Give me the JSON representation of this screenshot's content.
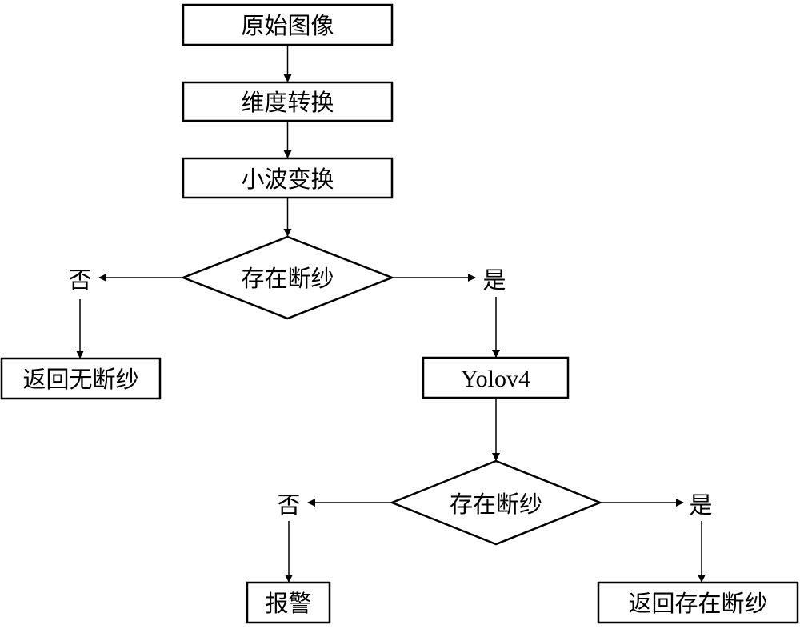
{
  "diagram": {
    "type": "flowchart",
    "nodes": {
      "original_image": "原始图像",
      "dimension_transform": "维度转换",
      "wavelet_transform": "小波变换",
      "decision_1": "存在断纱",
      "no_break_result": "返回无断纱",
      "yolov4": "Yolov4",
      "decision_2": "存在断纱",
      "alarm": "报警",
      "break_result": "返回存在断纱"
    },
    "branch_labels": {
      "decision_1_no": "否",
      "decision_1_yes": "是",
      "decision_2_no": "否",
      "decision_2_yes": "是"
    },
    "edges": [
      {
        "from": "original_image",
        "to": "dimension_transform"
      },
      {
        "from": "dimension_transform",
        "to": "wavelet_transform"
      },
      {
        "from": "wavelet_transform",
        "to": "decision_1"
      },
      {
        "from": "decision_1",
        "to": "no_break_result",
        "label": "否"
      },
      {
        "from": "decision_1",
        "to": "yolov4",
        "label": "是"
      },
      {
        "from": "yolov4",
        "to": "decision_2"
      },
      {
        "from": "decision_2",
        "to": "alarm",
        "label": "否"
      },
      {
        "from": "decision_2",
        "to": "break_result",
        "label": "是"
      }
    ],
    "colors": {
      "stroke": "#000000",
      "background": "#ffffff",
      "text": "#000000"
    }
  }
}
